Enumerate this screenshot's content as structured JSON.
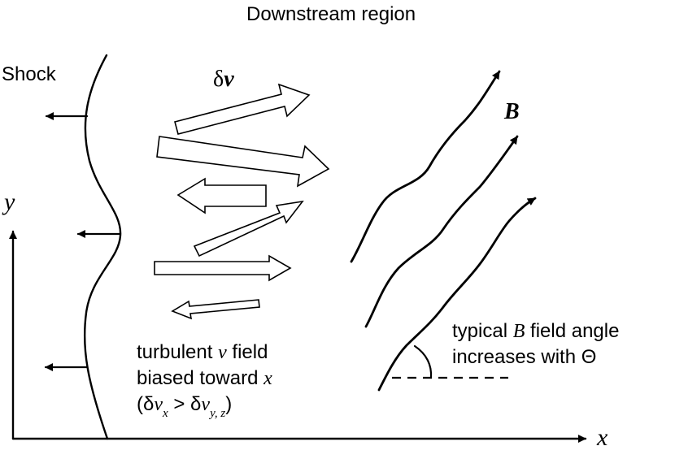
{
  "diagram": {
    "title": "Downstream region",
    "shock_label": "Shock",
    "velocity_label": {
      "delta": "δ",
      "symbol": "v"
    },
    "field_label": "B",
    "axis_y_label": "y",
    "axis_x_label": "x",
    "turbulence_note": {
      "line1_a": "turbulent ",
      "line1_v": "v",
      "line1_b": " field",
      "line2_a": "biased toward ",
      "line2_x": "x",
      "line3_open": "(δ",
      "line3_v1": "v",
      "line3_sub1": "x",
      "line3_mid": " > δ",
      "line3_v2": "v",
      "line3_sub2": "y, z",
      "line3_close": ")"
    },
    "angle_note": {
      "line1_a": "typical ",
      "line1_B": "B",
      "line1_b": " field angle",
      "line2": "increases with Θ"
    }
  }
}
